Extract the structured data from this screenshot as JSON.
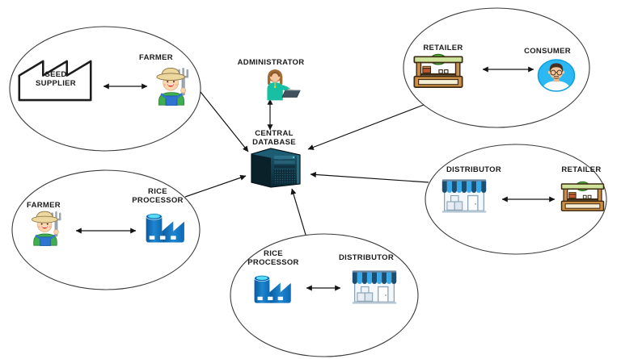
{
  "labels": {
    "seed_supplier": "SEED SUPPLIER",
    "farmer_top": "FARMER",
    "administrator": "ADMINISTRATOR",
    "central_database": "CENTRAL DATABASE",
    "retailer_top": "RETAILER",
    "consumer": "CONSUMER",
    "distributor_right": "DISTRIBUTOR",
    "retailer_right": "RETAILER",
    "farmer_left": "FARMER",
    "rice_processor_left": "RICE PROCESSOR",
    "rice_processor_bottom": "RICE PROCESSOR",
    "distributor_bottom": "DISTRIBUTOR"
  },
  "connections": [
    {
      "from": "ADMINISTRATOR",
      "to": "CENTRAL DATABASE",
      "bidirectional": true
    },
    {
      "from": "SEED SUPPLIER",
      "to": "FARMER",
      "bidirectional": true
    },
    {
      "from": "RETAILER",
      "to": "CONSUMER",
      "bidirectional": true
    },
    {
      "from": "DISTRIBUTOR",
      "to": "RETAILER",
      "bidirectional": true
    },
    {
      "from": "FARMER",
      "to": "RICE PROCESSOR",
      "bidirectional": true
    },
    {
      "from": "RICE PROCESSOR",
      "to": "DISTRIBUTOR",
      "bidirectional": true
    },
    {
      "from": "SEED SUPPLIER / FARMER group",
      "to": "CENTRAL DATABASE",
      "bidirectional": false
    },
    {
      "from": "RETAILER / CONSUMER group",
      "to": "CENTRAL DATABASE",
      "bidirectional": false
    },
    {
      "from": "DISTRIBUTOR / RETAILER group",
      "to": "CENTRAL DATABASE",
      "bidirectional": false
    },
    {
      "from": "FARMER / RICE PROCESSOR group",
      "to": "CENTRAL DATABASE",
      "bidirectional": false
    },
    {
      "from": "RICE PROCESSOR / DISTRIBUTOR group",
      "to": "CENTRAL DATABASE",
      "bidirectional": false
    }
  ],
  "icons": {
    "seed_supplier": "factory-outline-icon",
    "farmer": "farmer-icon",
    "administrator": "person-with-laptop-icon",
    "central_database": "server-tower-icon",
    "retailer": "market-stall-icon",
    "consumer": "person-avatar-icon",
    "distributor": "storefront-awning-icon",
    "rice_processor": "rice-factory-icon"
  },
  "colors": {
    "outline": "#1b1b1b",
    "ellipse_stroke": "#3c3c3c",
    "rice_factory_blue": "#0d69b4",
    "silo_top_cyan": "#55dcf8",
    "store_awning_dark": "#1d4e70",
    "store_awning_light": "#38a8e8",
    "store_outline": "#8aa4b8",
    "stall_green": "#54c140",
    "stall_wood": "#cf9045",
    "stall_outline": "#3c2a12",
    "consumer_circle_blue": "#2cb9f3",
    "admin_shirt_teal": "#17bfa3",
    "skin": "#f6c79b",
    "database_dark": "#0b2129",
    "database_teal": "#1d5d74"
  }
}
